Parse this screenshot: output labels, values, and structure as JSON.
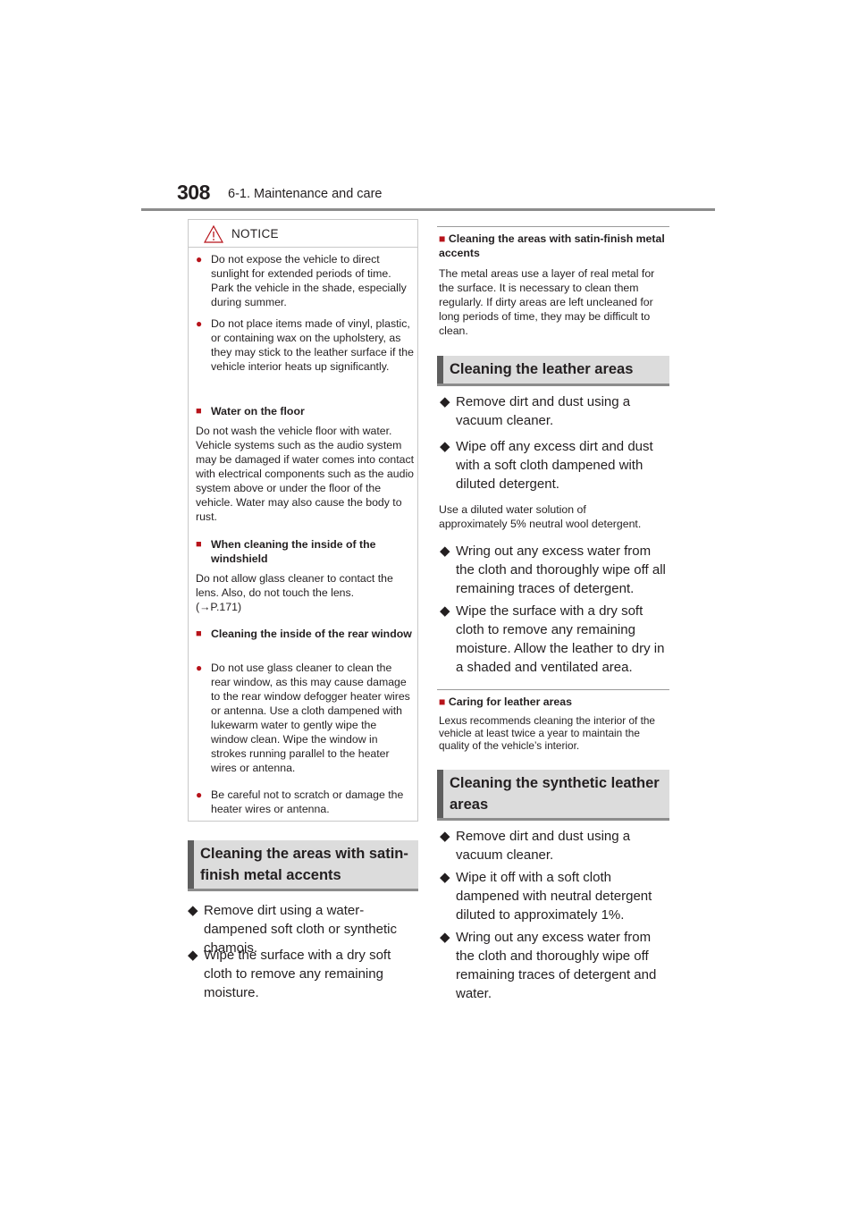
{
  "header": {
    "page_number": "308",
    "section": "6-1. Maintenance and care"
  },
  "notice": {
    "label": "NOTICE",
    "bullets_top": [
      "Do not expose the vehicle to direct sunlight for extended periods of time. Park the vehicle in the shade, especially during summer.",
      "Do not place items made of vinyl, plastic, or containing wax on the upholstery, as they may stick to the leather surface if the vehicle interior heats up significantly."
    ],
    "floor": {
      "heading": "Water on the floor",
      "text": "Do not wash the vehicle floor with water. Vehicle systems such as the audio system may be damaged if water comes into contact with electrical components such as the audio system above or under the floor of the vehicle. Water may also cause the body to rust."
    },
    "windshield": {
      "heading": "When cleaning the inside of the windshield",
      "text": "Do not allow glass cleaner to contact the lens. Also, do not touch the lens.",
      "ref": "(→P.171)"
    },
    "rear_window": {
      "heading": "Cleaning the inside of the rear window",
      "bullets": [
        "Do not use glass cleaner to clean the rear window, as this may cause damage to the rear window defogger heater wires or antenna. Use a cloth dampened with lukewarm water to gently wipe the window clean. Wipe the window in strokes running parallel to the heater wires or antenna.",
        "Be careful not to scratch or damage the heater wires or antenna."
      ]
    }
  },
  "satin_section": {
    "title_line1": "Cleaning the areas with satin-",
    "title_line2": "finish metal accents",
    "bullets": [
      "Remove dirt using a water-dampened soft cloth or synthetic chamois.",
      "Wipe the surface with a dry soft cloth to remove any remaining moisture."
    ]
  },
  "satin_info": {
    "heading": "Cleaning the areas with satin-finish metal accents",
    "text": "The metal areas use a layer of real metal for the surface. It is necessary to clean them regularly. If dirty areas are left uncleaned for long periods of time, they may be difficult to clean."
  },
  "leather_section": {
    "title": "Cleaning the leather areas",
    "bullets_a": [
      "Remove dirt and dust using a vacuum cleaner.",
      "Wipe off any excess dirt and dust with a soft cloth dampened with diluted detergent."
    ],
    "note": "Use a diluted water solution of approximately 5% neutral wool detergent.",
    "bullets_b": [
      "Wring out any excess water from the cloth and thoroughly wipe off all remaining traces of detergent.",
      "Wipe the surface with a dry soft cloth to remove any remaining moisture. Allow the leather to dry in a shaded and ventilated area."
    ]
  },
  "leather_info": {
    "heading": "Caring for leather areas",
    "text": "Lexus recommends cleaning the interior of the vehicle at least twice a year to maintain the quality of the vehicle’s interior."
  },
  "synthetic_section": {
    "title_line1": "Cleaning the synthetic leather",
    "title_line2": "areas",
    "bullets": [
      "Remove dirt and dust using a vacuum cleaner.",
      "Wipe it off with a soft cloth dampened with neutral detergent diluted to approximately 1%.",
      "Wring out any excess water from the cloth and thoroughly wipe off remaining traces of detergent and water."
    ]
  },
  "colors": {
    "accent_red": "#b7131a",
    "heading_bg": "#dcdcdc",
    "heading_bar": "#5e5e5e"
  }
}
